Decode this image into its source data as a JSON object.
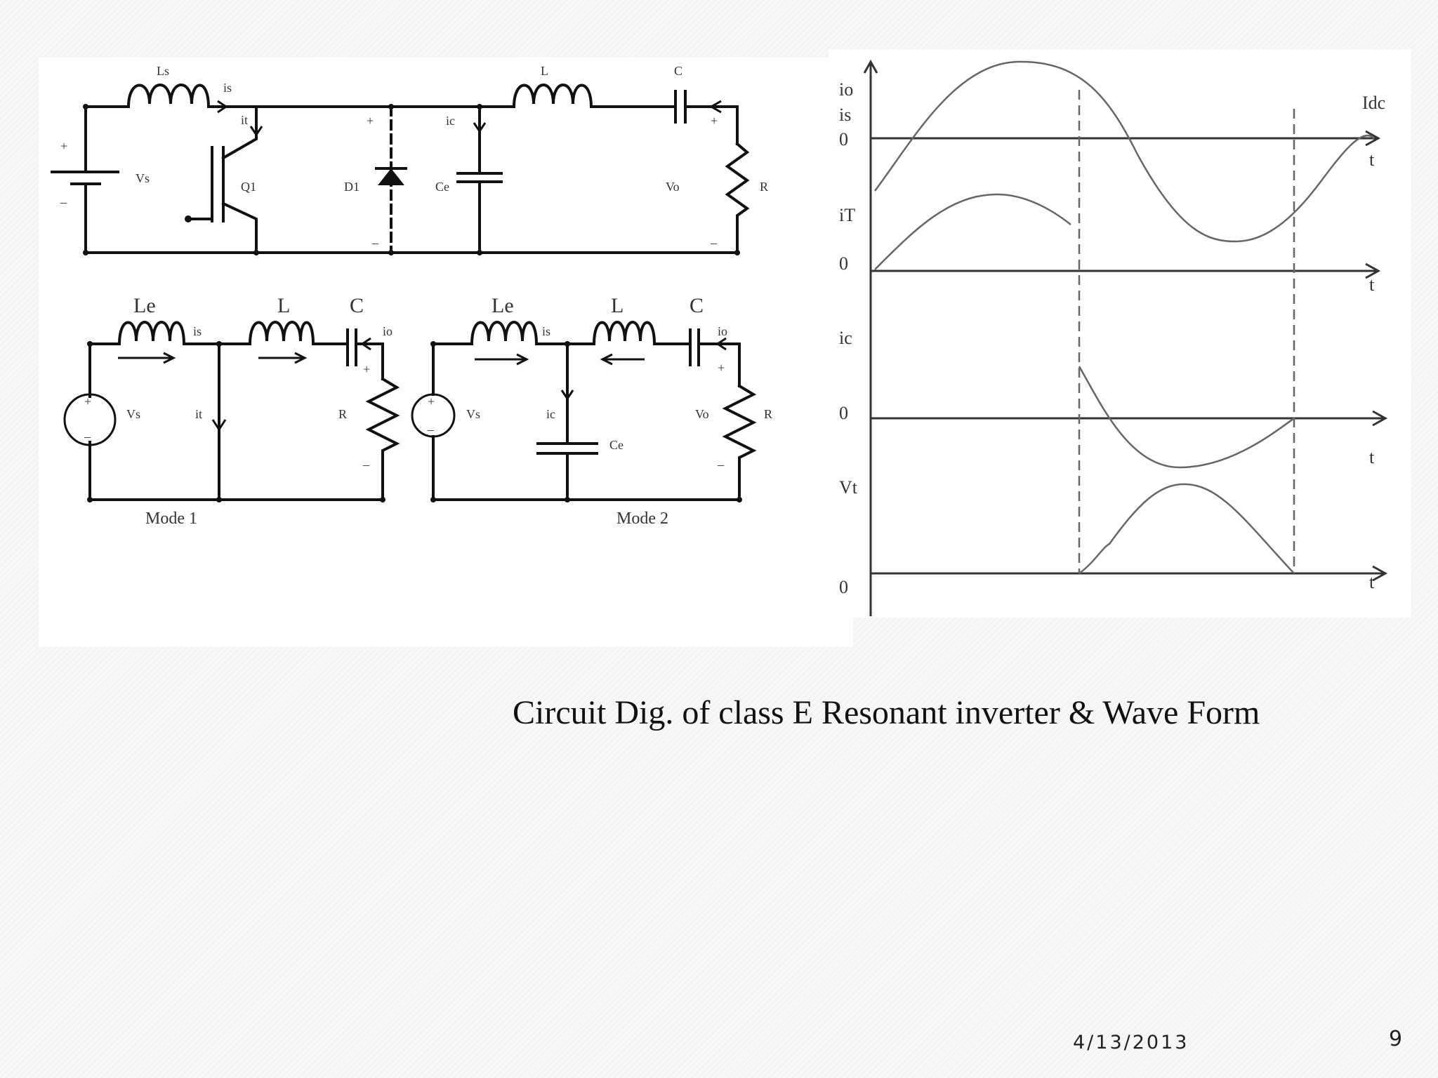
{
  "circuit": {
    "top": {
      "Ls": "Ls",
      "is": "is",
      "it": "it",
      "ic": "ic",
      "L": "L",
      "C": "C",
      "Vs": "Vs",
      "Q1": "Q1",
      "D1": "D1",
      "Ce": "Ce",
      "Vo": "Vo",
      "R": "R",
      "plus": "+",
      "minus": "–"
    },
    "mode1": {
      "Le": "Le",
      "L": "L",
      "C": "C",
      "is": "is",
      "io": "io",
      "Vs": "Vs",
      "it": "it",
      "R": "R",
      "plus": "+",
      "minus": "–",
      "caption": "Mode 1"
    },
    "mode2": {
      "Le": "Le",
      "L": "L",
      "C": "C",
      "is": "is",
      "io": "io",
      "Vs": "Vs",
      "ic": "ic",
      "Ce": "Ce",
      "Vo": "Vo",
      "R": "R",
      "plus": "+",
      "minus": "–",
      "caption": "Mode 2"
    }
  },
  "waveform": {
    "io": "io",
    "is": "is",
    "zero": "0",
    "Idc": "Idc",
    "t": "t",
    "iT": "iT",
    "ic": "ic",
    "Vt": "Vt"
  },
  "slide": {
    "caption": "Circuit Dig. of class E Resonant inverter  & Wave Form",
    "date": "4/13/2013",
    "page": "9"
  }
}
